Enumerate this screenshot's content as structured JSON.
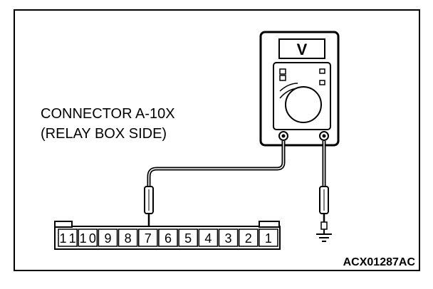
{
  "connector": {
    "name": "CONNECTOR A-10X",
    "side": "(RELAY BOX SIDE)",
    "pins": [
      "11",
      "10",
      "9",
      "8",
      "7",
      "6",
      "5",
      "4",
      "3",
      "2",
      "1"
    ]
  },
  "meter": {
    "mode_symbol": "V"
  },
  "figure_code": "ACX01287AC",
  "colors": {
    "line": "#000000",
    "background": "#ffffff"
  },
  "icons": {
    "meter": "voltmeter-icon",
    "ground": "ground-icon",
    "probe": "test-probe-icon"
  }
}
